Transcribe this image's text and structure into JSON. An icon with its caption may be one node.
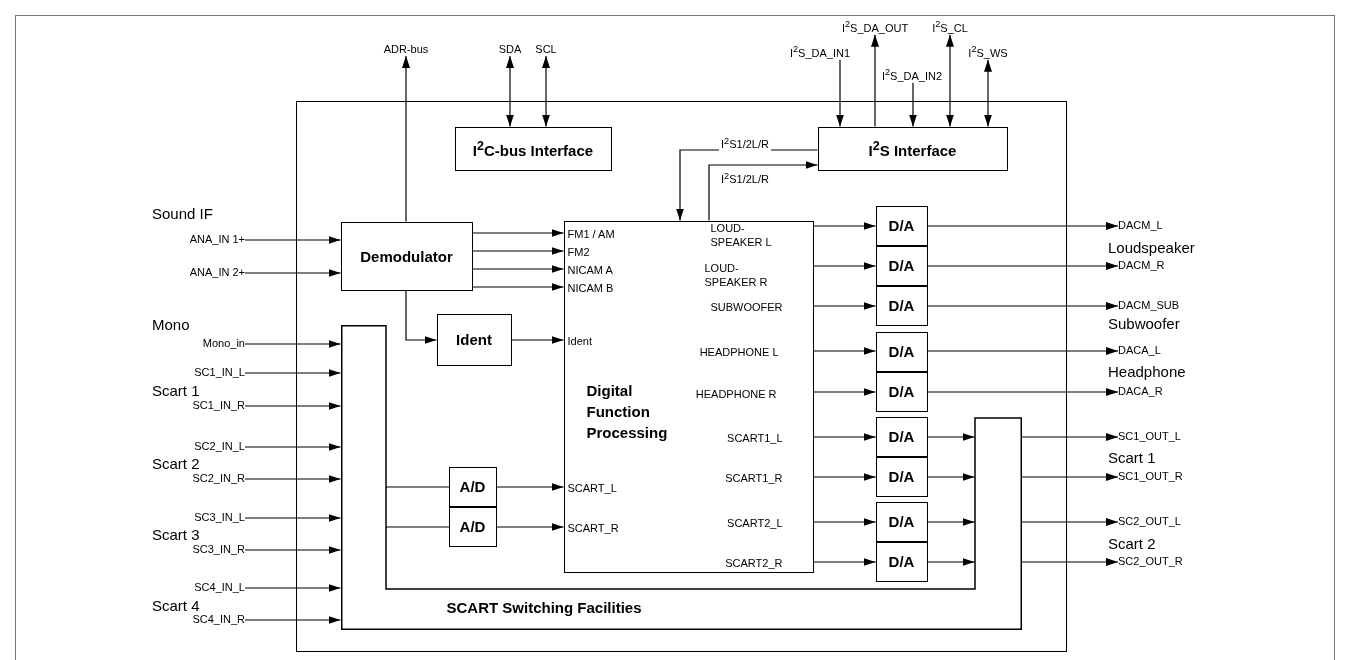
{
  "diagram": {
    "nodes": [
      {
        "text": [],
        "shape": "box"
      },
      {
        "text": [
          "I$^{2}$C-bus Interface"
        ],
        "in": 0
      },
      {
        "text": [
          "I$^{2}$S Interface"
        ],
        "in": 0
      },
      {
        "text": [
          "Demodulator"
        ],
        "in": 0
      },
      {
        "text": [
          "Ident"
        ],
        "in": 0
      },
      {
        "text": [
          "FM1 / AM",
          "FM2",
          "NICAM A",
          "NICAM B",
          "Ident",
          "Digital Function Processing",
          "SCART_L",
          "SCART_R",
          "LOUD- SPEAKER L",
          "LOUD- SPEAKER R",
          "SUBWOOFER",
          "HEADPHONE L",
          "HEADPHONE R",
          "SCART1_L",
          "SCART1_R",
          "SCART2_L",
          "SCART2_R"
        ],
        "in": 0
      },
      {
        "text": [
          "A/D"
        ],
        "in": 0
      },
      {
        "text": [
          "A/D"
        ],
        "in": 0
      },
      {
        "text": [
          "D/A"
        ],
        "in": 0
      },
      {
        "text": [
          "D/A"
        ],
        "in": 0
      },
      {
        "text": [
          "D/A"
        ],
        "in": 0
      },
      {
        "text": [
          "D/A"
        ],
        "in": 0
      },
      {
        "text": [
          "D/A"
        ],
        "in": 0
      },
      {
        "text": [
          "D/A"
        ],
        "in": 0
      },
      {
        "text": [
          "D/A"
        ],
        "in": 0
      },
      {
        "text": [
          "D/A"
        ],
        "in": 0
      },
      {
        "text": [
          "D/A"
        ],
        "in": 0
      },
      {
        "text": [
          "SCART Switching Facilities"
        ],
        "in": 0
      },
      {
        "text": [
          "ADR-bus"
        ]
      },
      {
        "text": [
          "SDA"
        ]
      },
      {
        "text": [
          "SCL"
        ]
      },
      {
        "text": [
          "I$^{2}$S_DA_OUT"
        ]
      },
      {
        "text": [
          "I$^{2}$S_DA_IN1"
        ]
      },
      {
        "text": [
          "I$^{2}$S_DA_IN2"
        ]
      },
      {
        "text": [
          "I$^{2}$S_CL"
        ]
      },
      {
        "text": [
          "I$^{2}$S_WS"
        ]
      },
      {
        "text": [
          "ANA_IN 1+"
        ]
      },
      {
        "text": [
          "ANA_IN 2+"
        ]
      },
      {
        "text": [
          "Mono_in"
        ]
      },
      {
        "text": [
          "SC1_IN_L"
        ]
      },
      {
        "text": [
          "SC1_IN_R"
        ]
      },
      {
        "text": [
          "SC2_IN_L"
        ]
      },
      {
        "text": [
          "SC2_IN_R"
        ]
      },
      {
        "text": [
          "SC3_IN_L"
        ]
      },
      {
        "text": [
          "SC3_IN_R"
        ]
      },
      {
        "text": [
          "SC4_IN_L"
        ]
      },
      {
        "text": [
          "SC4_IN_R"
        ]
      },
      {
        "text": [
          "DACM_L"
        ]
      },
      {
        "text": [
          "DACM_R"
        ]
      },
      {
        "text": [
          "DACM_SUB"
        ]
      },
      {
        "text": [
          "DACA_L"
        ]
      },
      {
        "text": [
          "DACA_R"
        ]
      },
      {
        "text": [
          "SC1_OUT_L"
        ]
      },
      {
        "text": [
          "SC1_OUT_R"
        ]
      },
      {
        "text": [
          "SC2_OUT_L"
        ]
      },
      {
        "text": [
          "SC2_OUT_R"
        ]
      }
    ],
    "edges": [
      {
        "from": 3,
        "to": 18,
        "arrow": "to"
      },
      {
        "from": 1,
        "to": 19,
        "arrow": "both"
      },
      {
        "from": 1,
        "to": 20,
        "arrow": "both"
      },
      {
        "from": 2,
        "to": 21,
        "arrow": "to"
      },
      {
        "from": 22,
        "to": 2,
        "arrow": "to"
      },
      {
        "from": 23,
        "to": 2,
        "arrow": "to"
      },
      {
        "from": 2,
        "to": 24,
        "arrow": "both"
      },
      {
        "from": 2,
        "to": 25,
        "arrow": "both"
      },
      {
        "from": 2,
        "to": 5,
        "arrow": "to",
        "label": "I$^{2}$S1/2L/R"
      },
      {
        "from": 5,
        "to": 2,
        "arrow": "to",
        "label": "I$^{2}$S1/2L/R"
      },
      {
        "from": 26,
        "to": 3,
        "arrow": "to"
      },
      {
        "from": 27,
        "to": 3,
        "arrow": "to"
      },
      {
        "from": 3,
        "to": 5,
        "arrow": "to"
      },
      {
        "from": 3,
        "to": 5,
        "arrow": "to"
      },
      {
        "from": 3,
        "to": 5,
        "arrow": "to"
      },
      {
        "from": 3,
        "to": 5,
        "arrow": "to"
      },
      {
        "from": 3,
        "to": 4,
        "arrow": "to"
      },
      {
        "from": 4,
        "to": 5,
        "arrow": "to"
      },
      {
        "from": 28,
        "to": 17,
        "arrow": "to"
      },
      {
        "from": 29,
        "to": 17,
        "arrow": "to"
      },
      {
        "from": 30,
        "to": 17,
        "arrow": "to"
      },
      {
        "from": 31,
        "to": 17,
        "arrow": "to"
      },
      {
        "from": 32,
        "to": 17,
        "arrow": "to"
      },
      {
        "from": 33,
        "to": 17,
        "arrow": "to"
      },
      {
        "from": 34,
        "to": 17,
        "arrow": "to"
      },
      {
        "from": 35,
        "to": 17,
        "arrow": "to"
      },
      {
        "from": 36,
        "to": 17,
        "arrow": "to"
      },
      {
        "from": 17,
        "to": 6,
        "arrow": "to"
      },
      {
        "from": 17,
        "to": 7,
        "arrow": "to"
      },
      {
        "from": 6,
        "to": 5,
        "arrow": "to"
      },
      {
        "from": 7,
        "to": 5,
        "arrow": "to"
      },
      {
        "from": 5,
        "to": 8,
        "arrow": "to"
      },
      {
        "from": 5,
        "to": 9,
        "arrow": "to"
      },
      {
        "from": 5,
        "to": 10,
        "arrow": "to"
      },
      {
        "from": 5,
        "to": 11,
        "arrow": "to"
      },
      {
        "from": 5,
        "to": 12,
        "arrow": "to"
      },
      {
        "from": 5,
        "to": 13,
        "arrow": "to"
      },
      {
        "from": 5,
        "to": 14,
        "arrow": "to"
      },
      {
        "from": 5,
        "to": 15,
        "arrow": "to"
      },
      {
        "from": 5,
        "to": 16,
        "arrow": "to"
      },
      {
        "from": 8,
        "to": 37,
        "arrow": "to"
      },
      {
        "from": 9,
        "to": 38,
        "arrow": "to"
      },
      {
        "from": 10,
        "to": 39,
        "arrow": "to"
      },
      {
        "from": 11,
        "to": 40,
        "arrow": "to"
      },
      {
        "from": 12,
        "to": 41,
        "arrow": "to"
      },
      {
        "from": 13,
        "to": 17,
        "arrow": "to"
      },
      {
        "from": 14,
        "to": 17,
        "arrow": "to"
      },
      {
        "from": 15,
        "to": 17,
        "arrow": "to"
      },
      {
        "from": 16,
        "to": 17,
        "arrow": "to"
      },
      {
        "from": 17,
        "to": 42,
        "arrow": "to"
      },
      {
        "from": 17,
        "to": 43,
        "arrow": "to"
      },
      {
        "from": 17,
        "to": 44,
        "arrow": "to"
      },
      {
        "from": 17,
        "to": 45,
        "arrow": "to"
      }
    ],
    "labels": [
      "Sound IF",
      "Mono",
      "Scart 1",
      "Scart 2",
      "Scart 3",
      "Scart 4",
      "Loudspeaker",
      "Subwoofer",
      "Headphone",
      "Scart 1",
      "Scart 2"
    ]
  }
}
